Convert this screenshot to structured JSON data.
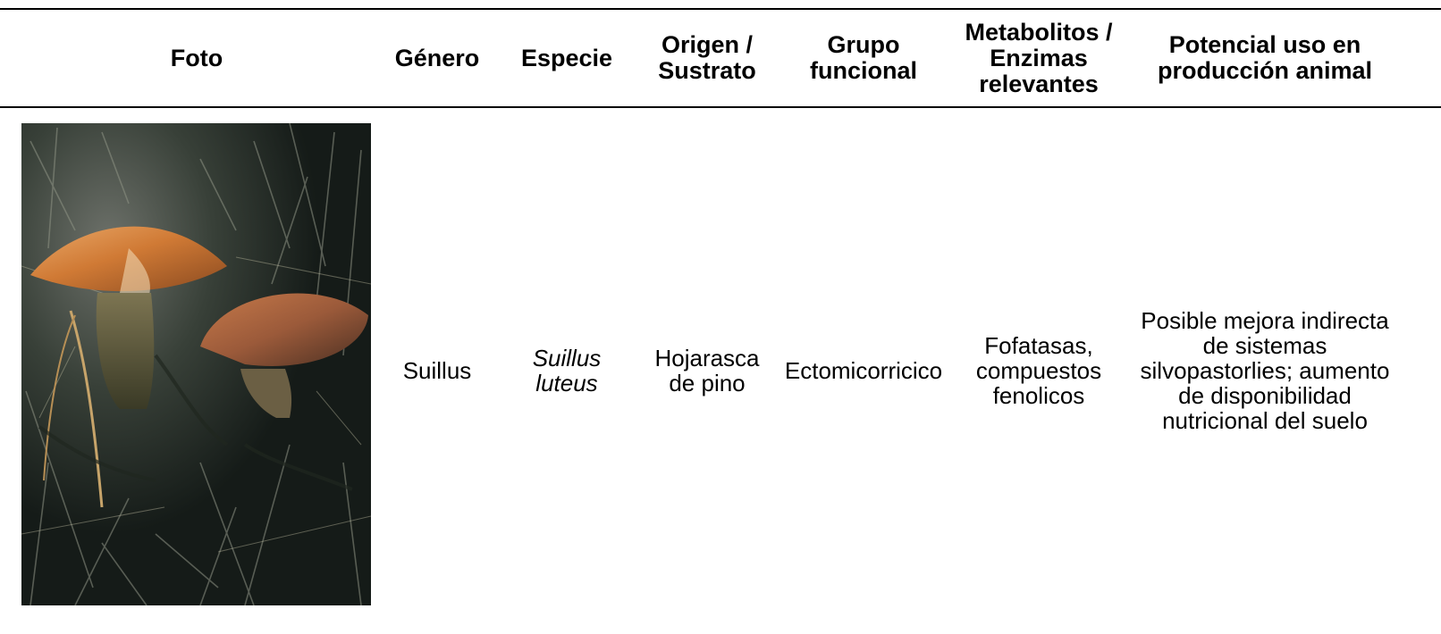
{
  "table": {
    "headers": {
      "foto": "Foto",
      "genero": "Género",
      "especie": "Especie",
      "origen": "Origen / Sustrato",
      "grupo": "Grupo funcional",
      "metabolitos": "Metabolitos / Enzimas relevantes",
      "potencial": "Potencial uso en producción animal"
    },
    "rows": [
      {
        "photo_subject": "mushroom-photo",
        "genero": "Suillus",
        "especie": "Suillus luteus",
        "origen": "Hojarasca de pino",
        "grupo": "Ectomicorricico",
        "metabolitos": "Fofatasas, compuestos fenolicos",
        "potencial": "Posible mejora indirecta de sistemas silvopastorlies; aumento de disponibilidad nutricional del suelo"
      }
    ]
  },
  "colors": {
    "rule": "#000000",
    "text": "#000000",
    "background": "#ffffff"
  }
}
